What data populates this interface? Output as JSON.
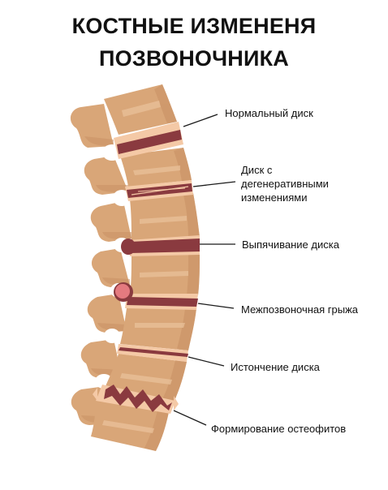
{
  "title": {
    "line1": "КОСТНЫЕ ИЗМЕНЕНЯ",
    "line2": "ПОЗВОНОЧНИКА"
  },
  "labels": {
    "normal_disc": "Нормальный диск",
    "degenerative_disc": "Диск с\nдегенеративными\nизменениями",
    "disc_bulge": "Выпячивание диска",
    "hernia": "Межпозвоночная грыжа",
    "thinning": "Истончение диска",
    "osteophytes": "Формирование остеофитов"
  },
  "colors": {
    "bone": "#d9a678",
    "bone_shadow": "#c99265",
    "bone_highlight": "#ebc39c",
    "cartilage": "#f4c9a6",
    "disc": "#8a3a3f",
    "hernia": "#e47a7f",
    "leader": "#1a1a1a"
  }
}
